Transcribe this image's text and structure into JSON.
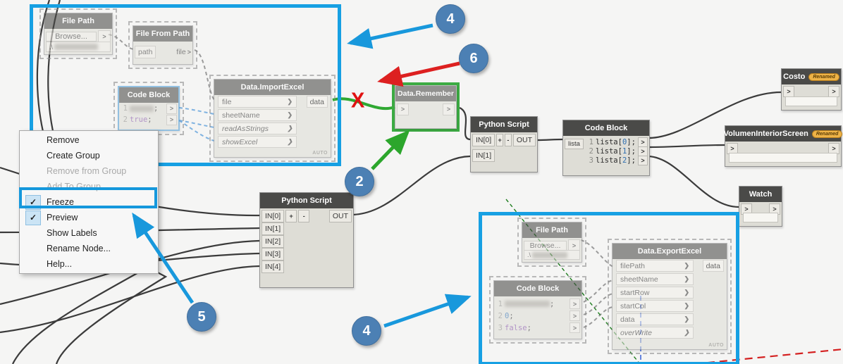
{
  "colors": {
    "group_border": "#17a0e3",
    "annotation_green": "#2ca62c",
    "annotation_red": "#dd2020",
    "annotation_blue": "#1898dc",
    "badge_circle": "#4c80b4",
    "wire": "#3b3b3b",
    "frozen_wire": "#9b9b9b",
    "selected_wire_blue": "#7fb2e0",
    "green_wire": "#2fa832",
    "renamed_badge": "#eeb347"
  },
  "icons": {
    "chevron": "❯",
    "port": ">",
    "check": "✓"
  },
  "x_mark": "X",
  "badges": {
    "b4top": "4",
    "b6": "6",
    "b2": "2",
    "b5": "5",
    "b4bottom": "4"
  },
  "menu": {
    "items": [
      {
        "label": "Remove"
      },
      {
        "label": "Create Group"
      },
      {
        "label": "Remove from Group",
        "disabled": true
      },
      {
        "label": "Add To Group",
        "disabled": true
      },
      {
        "label": "Freeze",
        "checked": true,
        "highlighted": true
      },
      {
        "label": "Preview",
        "checked": true
      },
      {
        "label": "Show Labels"
      },
      {
        "label": "Rename Node..."
      },
      {
        "label": "Help..."
      }
    ]
  },
  "nodes": {
    "filePathTop": {
      "title": "File Path",
      "browse": "Browse...",
      "path_prefix": ".\\"
    },
    "fileFromPath": {
      "title": "File From Path",
      "input": "path",
      "output": "file"
    },
    "codeBlockTop": {
      "title": "Code Block",
      "line1_num": "1",
      "line1_rest": ";",
      "line2_num": "2",
      "line2_kw": "true",
      "line2_rest": ";"
    },
    "importExcel": {
      "title": "Data.ImportExcel",
      "inputs": [
        "file",
        "sheetName",
        "readAsStrings",
        "showExcel"
      ],
      "output": "data",
      "auto": "AUTO"
    },
    "remember": {
      "title": "Data.Remember"
    },
    "pythonRight": {
      "title": "Python Script",
      "inputs": [
        "IN[0]",
        "IN[1]"
      ],
      "plus": "+",
      "minus": "-",
      "out": "OUT"
    },
    "pythonLeft": {
      "title": "Python Script",
      "inputs": [
        "IN[0]",
        "IN[1]",
        "IN[2]",
        "IN[3]",
        "IN[4]"
      ],
      "plus": "+",
      "minus": "-",
      "out": "OUT"
    },
    "codeBlockLista": {
      "title": "Code Block",
      "input": "lista",
      "lines": [
        {
          "num": "1",
          "pre": "lista[",
          "idx": "0",
          "post": "];"
        },
        {
          "num": "2",
          "pre": "lista[",
          "idx": "1",
          "post": "];"
        },
        {
          "num": "3",
          "pre": "lista[",
          "idx": "2",
          "post": "];"
        }
      ]
    },
    "costo": {
      "title": "Costo",
      "badge": "Renamed"
    },
    "volumen": {
      "title": "VolumenInteriorScreen",
      "badge": "Renamed"
    },
    "watch": {
      "title": "Watch"
    },
    "filePathBottom": {
      "title": "File Path",
      "browse": "Browse...",
      "path_prefix": ".\\"
    },
    "codeBlockBottom": {
      "title": "Code Block",
      "line1_num": "1",
      "line1_rest": ";",
      "line2_num": "2",
      "line2_val": "0",
      "line2_rest": ";",
      "line3_num": "3",
      "line3_kw": "false",
      "line3_rest": ";"
    },
    "exportExcel": {
      "title": "Data.ExportExcel",
      "inputs": [
        "filePath",
        "sheetName",
        "startRow",
        "startCol",
        "data",
        "overWrite"
      ],
      "output": "data",
      "auto": "AUTO"
    }
  }
}
